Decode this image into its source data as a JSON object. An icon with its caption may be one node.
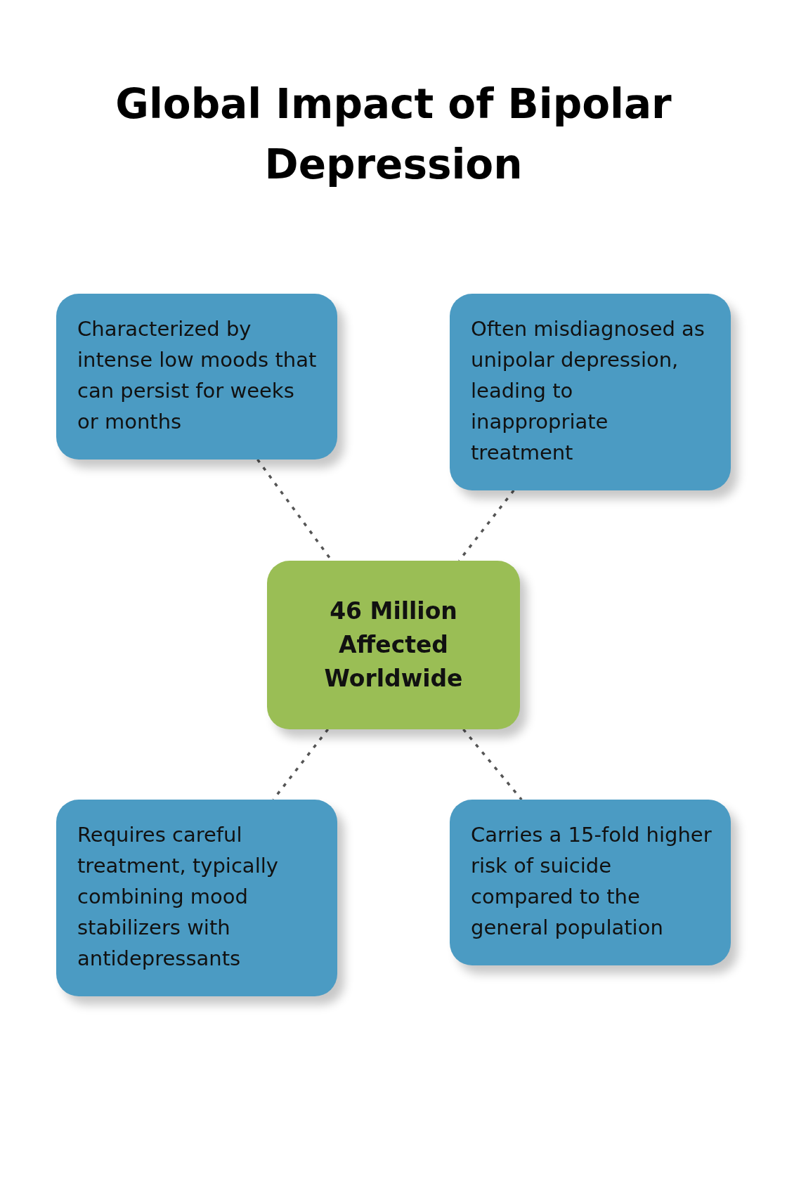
{
  "diagram": {
    "title": "Global Impact of Bipolar Depression",
    "nodes": [
      {
        "text": [
          "Characterized by intense low moods that can persist for weeks or months"
        ]
      },
      {
        "text": [
          "Often misdiagnosed as unipolar depression, leading to inappropriate treatment"
        ]
      },
      {
        "text": [
          "46 Million Affected Worldwide"
        ]
      },
      {
        "text": [
          "Requires careful treatment, typically combining mood stabilizers with antidepressants"
        ]
      },
      {
        "text": [
          "Carries a 15-fold higher risk of suicide compared to the general population"
        ]
      }
    ],
    "edges": [
      {
        "from": 0,
        "to": 2,
        "arrow": "none",
        "style": "dashed"
      },
      {
        "from": 1,
        "to": 2,
        "arrow": "none",
        "style": "dashed"
      },
      {
        "from": 2,
        "to": 3,
        "arrow": "none",
        "style": "dashed"
      },
      {
        "from": 2,
        "to": 4,
        "arrow": "none",
        "style": "dashed"
      }
    ]
  }
}
